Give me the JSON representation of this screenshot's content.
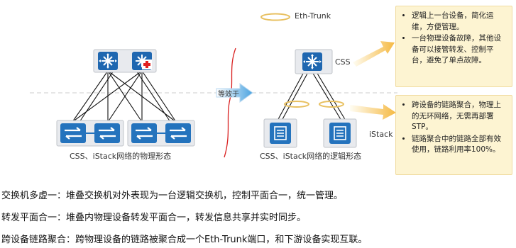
{
  "diagram": {
    "physical_caption": "CSS、iStack网络的物理形态",
    "logical_caption": "CSS、iStack网络的逻辑形态",
    "equivalent_label": "等效于",
    "legend_label": "Eth-Trunk",
    "css_label": "CSS",
    "istack_label": "iStack"
  },
  "notes": {
    "top": [
      "逻辑上一台设备，简化运维，方便管理。",
      "一台物理设备故障，其他设备可以接管转发、控制平台，避免了单点故障。"
    ],
    "bottom": [
      "跨设备的链路聚合，物理上的无环网络，无需再部署STP。",
      "链路聚合中的链路全部有效使用，链路利用率100%。"
    ]
  },
  "text_lines": [
    "交换机多虚一：堆叠交换机对外表现为一台逻辑交换机，控制平面合一，统一管理。",
    "转发平面合一：堆叠内物理设备转发平面合一，转发信息共享并实时同步。",
    "跨设备链路聚合：跨物理设备的链路被聚合成一个Eth-Trunk端口，和下游设备实现互联。"
  ],
  "colors": {
    "router_blue": "#1f67b0",
    "switch_blue": "#2473bd",
    "note_bg": "#fdf4d2",
    "arrow_orange": "#f5b942",
    "fault_red": "#e02020",
    "break_red": "#d92020",
    "legend_ellipse": "#e8c060"
  }
}
